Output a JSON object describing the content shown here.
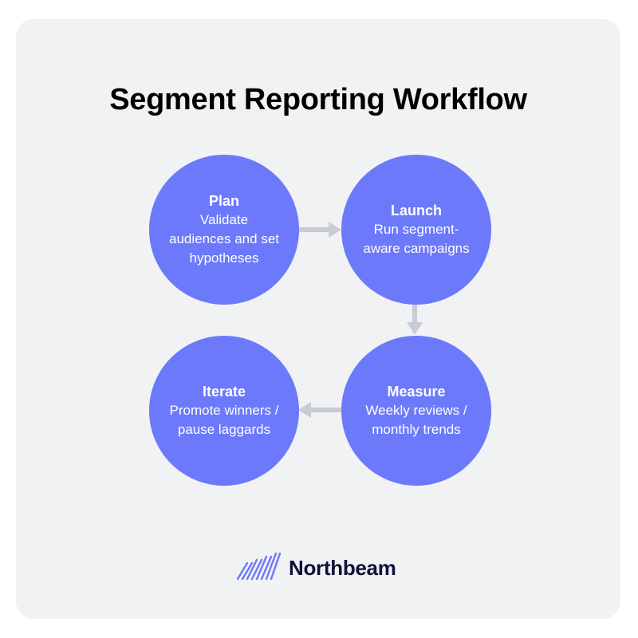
{
  "title": "Segment Reporting Workflow",
  "steps": [
    {
      "name": "Plan",
      "description": "Validate audiences and set hypotheses"
    },
    {
      "name": "Launch",
      "description": "Run segment-aware campaigns"
    },
    {
      "name": "Measure",
      "description": "Weekly reviews / monthly trends"
    },
    {
      "name": "Iterate",
      "description": "Promote winners / pause laggards"
    }
  ],
  "brand": {
    "name": "Northbeam",
    "logo_icon": "northbeam-logo-icon"
  },
  "colors": {
    "background": "#f1f2f4",
    "step_fill": "#6b79fa",
    "arrow": "#c9ccd6",
    "brand_text": "#0c1238",
    "logo_accent": "#6b79fa"
  }
}
